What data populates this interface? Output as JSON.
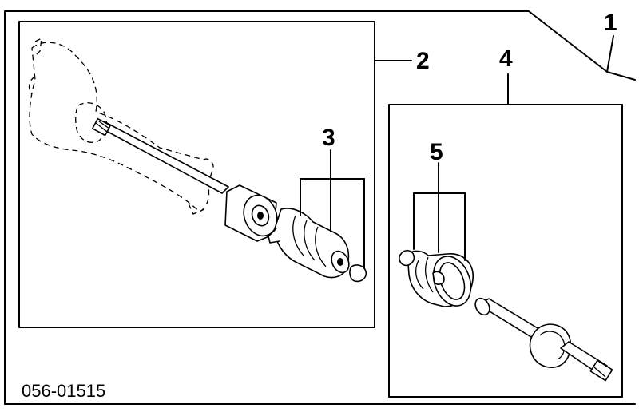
{
  "callouts": {
    "assembly": "1",
    "inner_shaft_group": "2",
    "inner_boot_kit": "3",
    "outer_shaft_group": "4",
    "outer_boot_kit": "5"
  },
  "part_number": "056-01515"
}
